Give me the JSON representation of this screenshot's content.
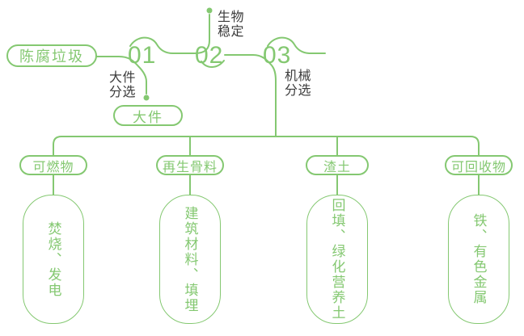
{
  "colors": {
    "green": "#84c871",
    "label_text": "#3b3b3b"
  },
  "source": {
    "label": "陈腐垃圾"
  },
  "steps": [
    {
      "number": "01",
      "label": "大件\n分选"
    },
    {
      "number": "02",
      "label": "生物\n稳定"
    },
    {
      "number": "03",
      "label": "机械\n分选"
    }
  ],
  "bulky_output": {
    "label": "大件"
  },
  "outputs": [
    {
      "category": "可燃物",
      "detail": "焚烧、发电"
    },
    {
      "category": "再生骨料",
      "detail": "建筑材料、填埋"
    },
    {
      "category": "渣土",
      "detail": "回填、绿化营养土"
    },
    {
      "category": "可回收物",
      "detail": "铁、有色金属"
    }
  ]
}
